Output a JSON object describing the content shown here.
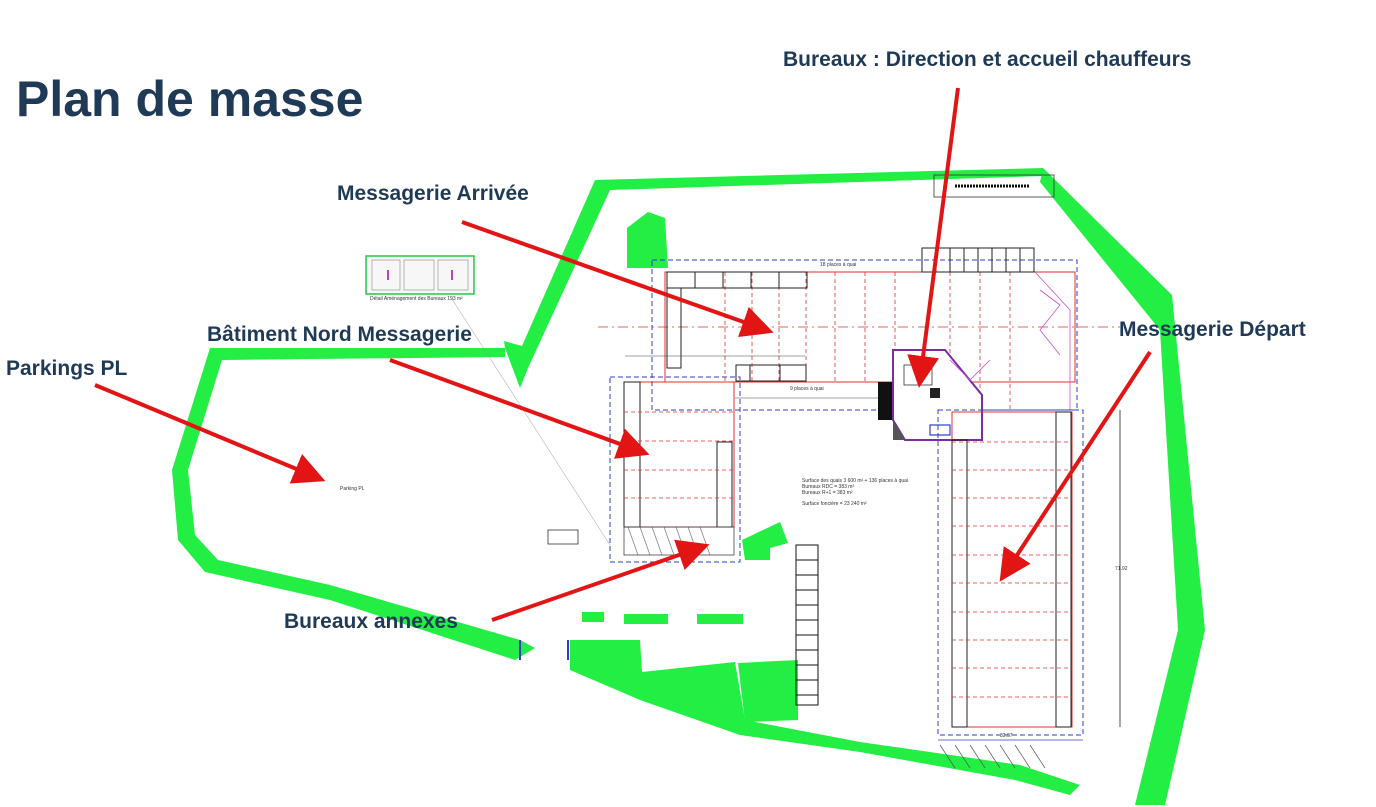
{
  "title": "Plan de masse",
  "labels": {
    "bureaux_direction": "Bureaux : Direction et accueil chauffeurs",
    "messagerie_arrivee": "Messagerie Arrivée",
    "batiment_nord": "Bâtiment Nord Messagerie",
    "parkings_pl": "Parkings PL",
    "messagerie_depart": "Messagerie Départ",
    "bureaux_annexes": "Bureaux annexes"
  },
  "plan_text": {
    "parking_pl": "Parking PL",
    "detail_bureaux": "Détail Aménagement des Bureaux 193 m²",
    "places_quai_top": "18 places à quai",
    "places_quai_mid": "9 places à quai",
    "surface_1": "Surface des quais 3 600 m² + 136 places à quai",
    "surface_2": "Bureaux RDC = 383 m²",
    "surface_3": "Bureaux R+1 = 383 m²",
    "surface_4": "Surface foncière = 23 240 m²",
    "dim_width": "32.97",
    "dim_height": "71.92"
  },
  "colors": {
    "title": "#1f3a56",
    "green": "#22ee44",
    "arrow": "#e31414",
    "dashed_red": "#e03030",
    "dashed_blue": "#2f3fc8"
  }
}
